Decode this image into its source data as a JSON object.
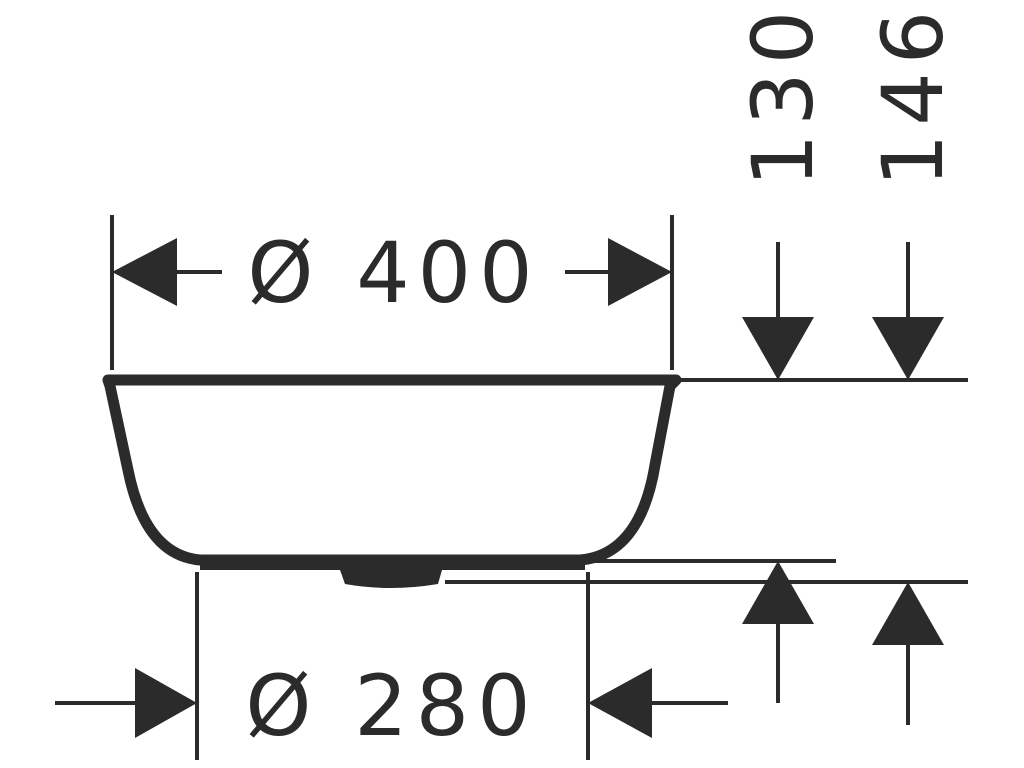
{
  "dimensions": {
    "top_diameter": "Ø 400",
    "bottom_diameter": "Ø 280",
    "height_basin": "130",
    "height_total": "146"
  },
  "colors": {
    "line": "#2b2b2b",
    "background": "#ffffff"
  }
}
